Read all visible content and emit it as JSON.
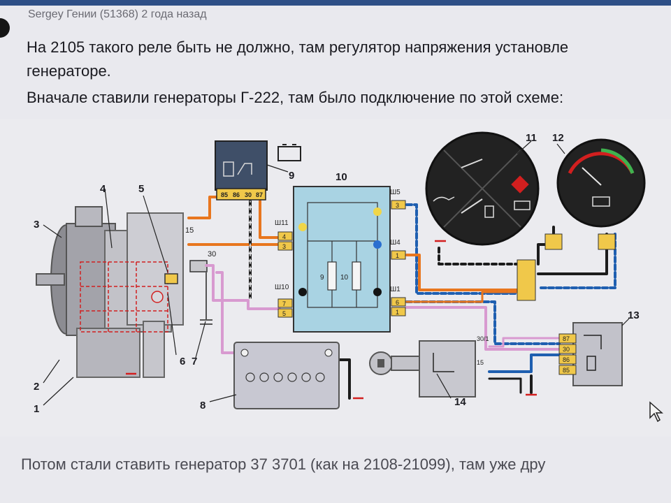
{
  "comment": {
    "meta": "Sergey Гении (51368) 2 года назад",
    "line1": "На 2105 такого реле быть не должно, там регулятор напряжения установле",
    "line2": "генераторе.",
    "line3": "Вначале ставили генераторы Г-222, там было подключение по этой схеме:",
    "footer": "Потом стали ставить генератор 37 3701 (как на 2108-21099), там уже дру"
  },
  "diagram": {
    "callouts": [
      "1",
      "2",
      "3",
      "4",
      "5",
      "6",
      "7",
      "8",
      "9",
      "10",
      "11",
      "12",
      "13",
      "14"
    ],
    "wire_labels": {
      "w15": "15",
      "w30": "30",
      "w301": "30/1",
      "w15b": "15"
    },
    "relay_terminals": [
      "85",
      "86",
      "30",
      "87"
    ],
    "block_terminals": {
      "sh11": "Ш11",
      "sh10": "Ш10",
      "sh5": "Ш5",
      "sh4": "Ш4",
      "sh1": "Ш1",
      "p4": "4",
      "p3": "3",
      "p7": "7",
      "p5": "5",
      "p6": "6",
      "p1": "1",
      "r9": "9",
      "r10": "10"
    },
    "relay13_terminals": [
      "87",
      "30",
      "86",
      "85"
    ]
  },
  "colors": {
    "orange": "#e8761e",
    "pink": "#d89ad0",
    "blue": "#1f5fb0",
    "black": "#161616",
    "red": "#d21f1f",
    "block": "#a9d3e3",
    "relay": "#3f4f68"
  },
  "icons": {
    "cursor": "cursor-arrow-icon",
    "battery": "battery-icon",
    "gauge": "gauge-icon",
    "key": "key-icon",
    "ground": "ground-icon"
  }
}
